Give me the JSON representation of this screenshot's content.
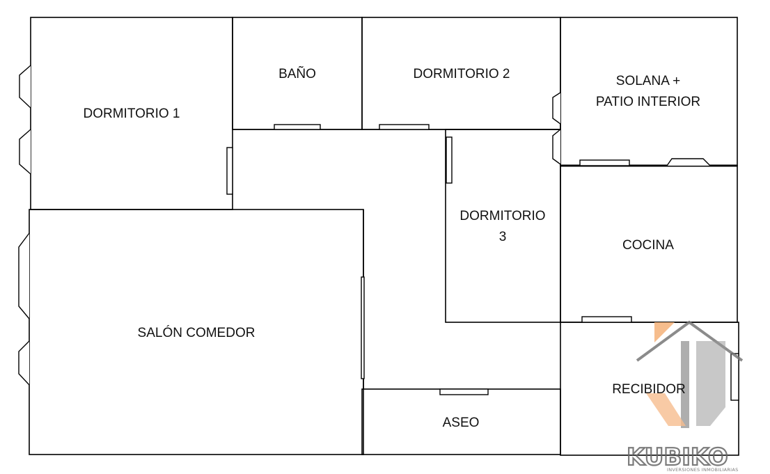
{
  "rooms": {
    "dormitorio_1": "DORMITORIO 1",
    "bano": "BAÑO",
    "dormitorio_2": "DORMITORIO 2",
    "solana_line1": "SOLANA +",
    "solana_line2": "PATIO INTERIOR",
    "dormitorio_3_line1": "DORMITORIO",
    "dormitorio_3_line2": "3",
    "cocina": "COCINA",
    "salon": "SALÓN COMEDOR",
    "recibidor": "RECIBIDOR",
    "aseo": "ASEO"
  },
  "logo": {
    "name": "KUBIKO",
    "tagline": "INVERSIONES INMOBILIARIAS",
    "accent_color": "#f5b27a",
    "gray_color": "#777777"
  }
}
